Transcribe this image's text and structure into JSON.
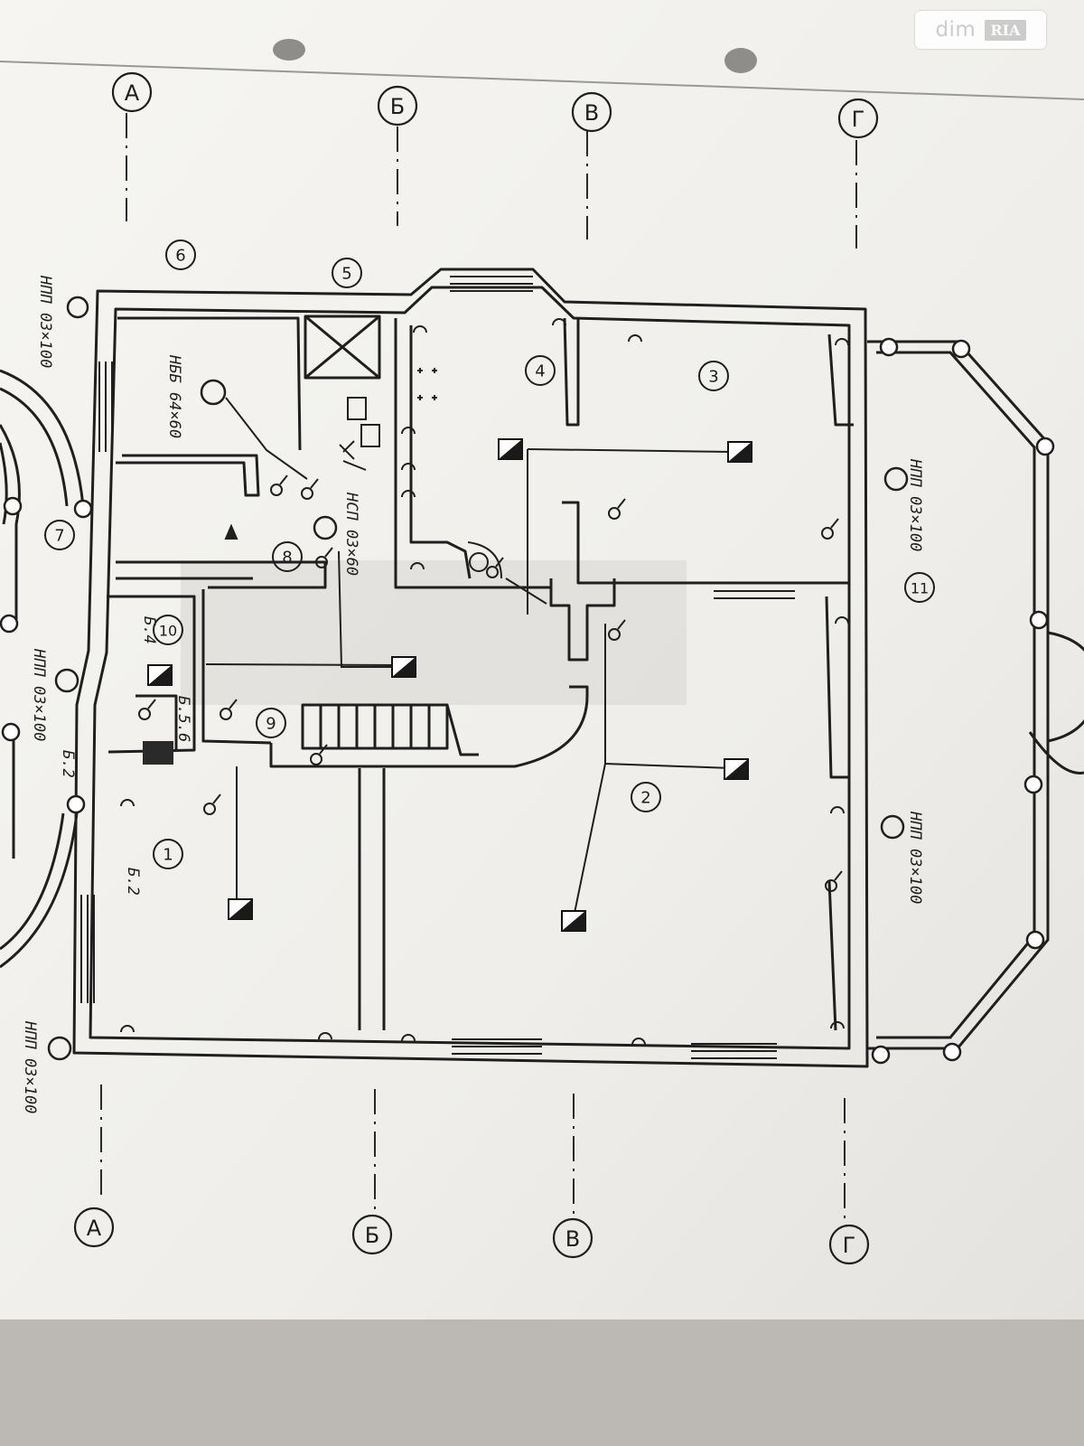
{
  "grid_axes": [
    "А",
    "Б",
    "В",
    "Г"
  ],
  "rooms": [
    "1",
    "2",
    "3",
    "4",
    "5",
    "6",
    "7",
    "8",
    "9",
    "10",
    "11"
  ],
  "fixture_notes": {
    "top_left": "НПП 03×100",
    "room_6": "НББ 64×60",
    "room_8": "НСП 03×60",
    "room_11_top": "НПП 03×100",
    "room_11_bottom": "НПП 03×100",
    "entrance": "НПП 03×100",
    "bottom_left": "НПП 03×100"
  },
  "small_labels": {
    "room_1": "Б.2",
    "room_10": "Б.4",
    "room_10_b": "Б.5.6",
    "outside": "Б.2"
  },
  "watermark": {
    "brand": "dim",
    "mark": "RIA"
  },
  "colors": {
    "paper": "#f4f3f0",
    "ink": "#1f1f1f",
    "background": "#b9b6b1"
  }
}
